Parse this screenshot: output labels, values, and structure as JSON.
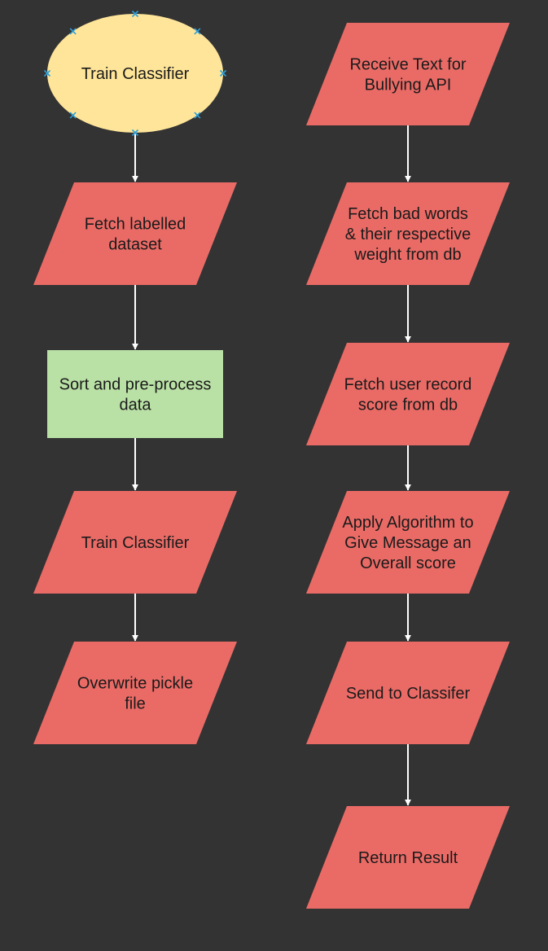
{
  "colors": {
    "background": "#333333",
    "process_red": "#ea6b66",
    "start_yellow": "#ffe599",
    "step_green": "#b9e0a5",
    "edge_white": "#ffffff",
    "selection_handle": "#2d9fd8",
    "text": "#1a1a1a"
  },
  "nodes": {
    "train_start": {
      "shape": "ellipse",
      "lines": [
        "Train Classifier"
      ],
      "selected": true
    },
    "fetch_dataset": {
      "shape": "parallelogram",
      "lines": [
        "Fetch labelled",
        "dataset"
      ]
    },
    "sort_preprocess": {
      "shape": "rectangle",
      "lines": [
        "Sort and pre-process",
        "data"
      ]
    },
    "train_classifier": {
      "shape": "parallelogram",
      "lines": [
        "Train Classifier"
      ]
    },
    "overwrite_pickle": {
      "shape": "parallelogram",
      "lines": [
        "Overwrite pickle",
        "file"
      ]
    },
    "receive_text": {
      "shape": "parallelogram",
      "lines": [
        "Receive Text for",
        "Bullying API"
      ]
    },
    "fetch_bad_words": {
      "shape": "parallelogram",
      "lines": [
        "Fetch bad words",
        "& their respective",
        "weight from db"
      ]
    },
    "fetch_user_record": {
      "shape": "parallelogram",
      "lines": [
        "Fetch user record",
        "score from db"
      ]
    },
    "apply_algorithm": {
      "shape": "parallelogram",
      "lines": [
        "Apply Algorithm to",
        "Give Message an",
        "Overall score"
      ]
    },
    "send_classifier": {
      "shape": "parallelogram",
      "lines": [
        "Send to Classifer"
      ]
    },
    "return_result": {
      "shape": "parallelogram",
      "lines": [
        "Return Result"
      ]
    }
  },
  "edges": [
    [
      "train_start",
      "fetch_dataset"
    ],
    [
      "fetch_dataset",
      "sort_preprocess"
    ],
    [
      "sort_preprocess",
      "train_classifier"
    ],
    [
      "train_classifier",
      "overwrite_pickle"
    ],
    [
      "receive_text",
      "fetch_bad_words"
    ],
    [
      "fetch_bad_words",
      "fetch_user_record"
    ],
    [
      "fetch_user_record",
      "apply_algorithm"
    ],
    [
      "apply_algorithm",
      "send_classifier"
    ],
    [
      "send_classifier",
      "return_result"
    ]
  ]
}
